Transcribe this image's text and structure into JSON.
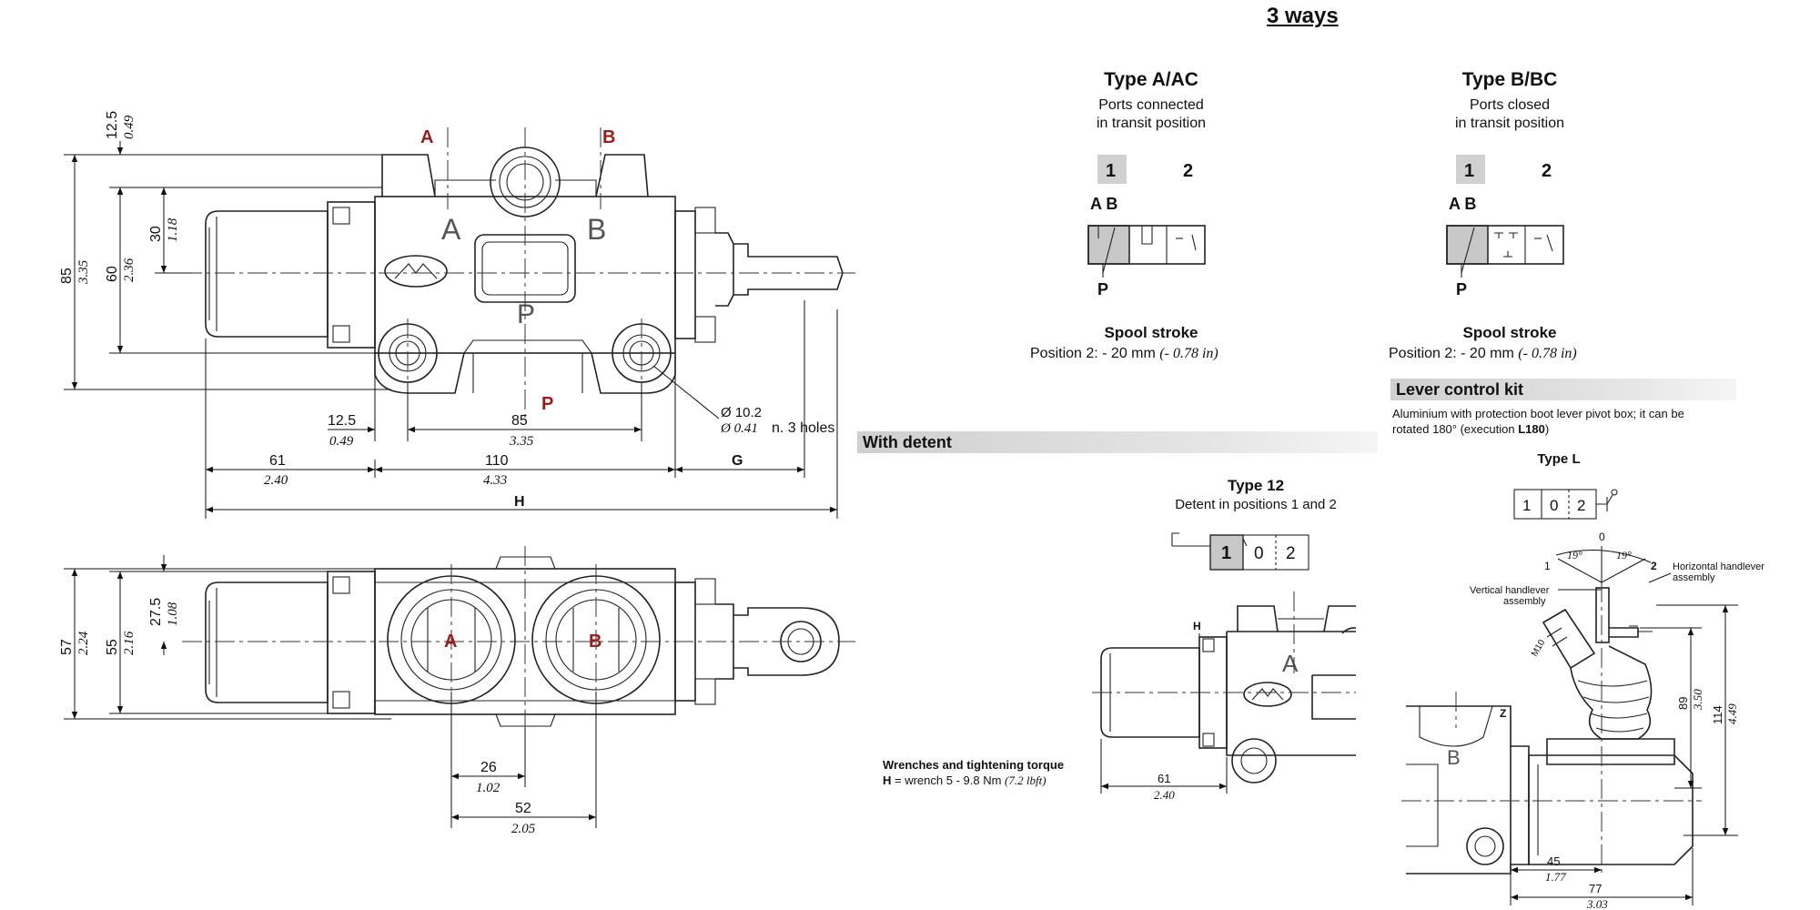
{
  "page": {
    "title": "3 ways"
  },
  "type_a": {
    "title": "Type A/AC",
    "subtitle_line1": "Ports connected",
    "subtitle_line2": "in transit position",
    "pos1": "1",
    "pos2": "2",
    "ports_top": "A B",
    "port_bottom": "P",
    "stroke_title": "Spool stroke",
    "stroke_text": "Position 2: - 20 mm",
    "stroke_inch": "(- 0.78 in)"
  },
  "type_b": {
    "title": "Type B/BC",
    "subtitle_line1": "Ports closed",
    "subtitle_line2": "in transit position",
    "pos1": "1",
    "pos2": "2",
    "ports_top": "A B",
    "port_bottom": "P",
    "stroke_title": "Spool stroke",
    "stroke_text": "Position 2: - 20 mm",
    "stroke_inch": "(- 0.78 in)"
  },
  "detent": {
    "band_title": "With detent",
    "type_title": "Type 12",
    "type_sub": "Detent in positions 1 and 2",
    "cells": [
      "1",
      "0",
      "2"
    ],
    "dim_61": "61",
    "dim_61_in": "2.40",
    "label_H": "H",
    "label_A": "A"
  },
  "wrench": {
    "title": "Wrenches and tightening torque",
    "key": "H",
    "text": "= wrench 5 - 9.8 Nm",
    "inch": "(7.2 lbft)"
  },
  "lever": {
    "band_title": "Lever control kit",
    "desc_line1": "Aluminium with protection boot lever pivot box; it can be",
    "desc_line2_pre": "rotated 180° (execution ",
    "desc_line2_bold": "L180",
    "desc_line2_post": ")",
    "type_title": "Type L",
    "cells": [
      "1",
      "0",
      "2"
    ],
    "angle_left": "19°",
    "angle_right": "19°",
    "pos_0": "0",
    "pos_1": "1",
    "pos_2": "2",
    "vertical_label_1": "Vertical handlever",
    "vertical_label_2": "assembly",
    "horizontal_label_1": "Horizontal handlever",
    "horizontal_label_2": "assembly",
    "label_Z": "Z",
    "label_M": "M10",
    "label_B": "B",
    "dim_89": "89",
    "dim_89_in": "3.50",
    "dim_114": "114",
    "dim_114_in": "4.49",
    "dim_45": "45",
    "dim_45_in": "1.77",
    "dim_77": "77",
    "dim_77_in": "3.03"
  },
  "front_view": {
    "port_A": "A",
    "port_B": "B",
    "port_P": "P",
    "cast_A": "A",
    "cast_B": "B",
    "cast_P": "P",
    "dim_125": "12.5",
    "dim_125_in": "0.49",
    "dim_85v": "85",
    "dim_85v_in": "3.35",
    "dim_60": "60",
    "dim_60_in": "2.36",
    "dim_30": "30",
    "dim_30_in": "1.18",
    "dim_125h": "12.5",
    "dim_125h_in": "0.49",
    "dim_85h": "85",
    "dim_85h_in": "3.35",
    "holes": "Ø 10.2",
    "holes_in": "Ø 0.41",
    "holes_note": "n. 3 holes",
    "dim_61": "61",
    "dim_61_in": "2.40",
    "dim_110": "110",
    "dim_110_in": "4.33",
    "label_G": "G",
    "label_H": "H"
  },
  "top_view": {
    "port_A": "A",
    "port_B": "B",
    "dim_57": "57",
    "dim_57_in": "2.24",
    "dim_55": "55",
    "dim_55_in": "2.16",
    "dim_275": "27.5",
    "dim_275_in": "1.08",
    "dim_26": "26",
    "dim_26_in": "1.02",
    "dim_52": "52",
    "dim_52_in": "2.05"
  }
}
